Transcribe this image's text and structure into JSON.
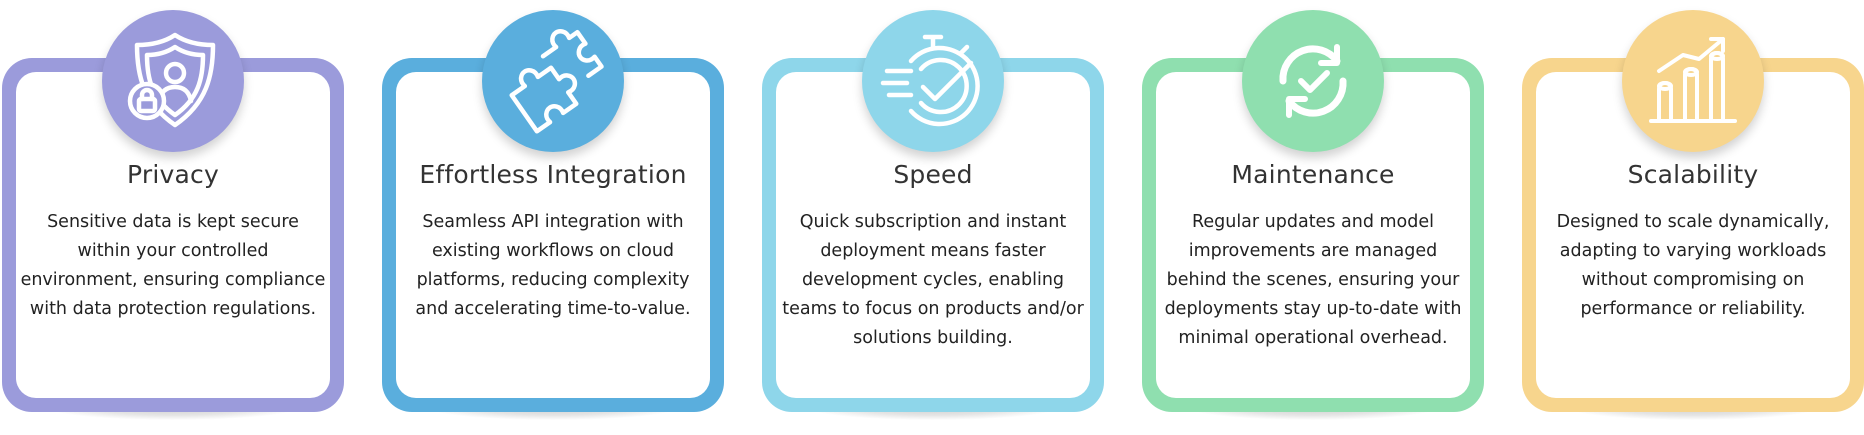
{
  "cards": [
    {
      "title": "Privacy",
      "description": "Sensitive data is kept secure within your controlled environment, ensuring compliance with data protection regulations.",
      "icon": "shield-user-lock-icon",
      "color": "#9b9bdb"
    },
    {
      "title": "Effortless Integration",
      "description": "Seamless API integration with existing workflows on cloud platforms, reducing complexity and accelerating time-to-value.",
      "icon": "puzzle-pieces-icon",
      "color": "#5aaedd"
    },
    {
      "title": "Speed",
      "description": "Quick subscription and instant deployment means faster development cycles, enabling teams to focus on products and/or solutions building.",
      "icon": "stopwatch-check-icon",
      "color": "#8ed6ea"
    },
    {
      "title": "Maintenance",
      "description": "Regular updates and model improvements are managed behind the scenes, ensuring your deployments stay up-to-date with minimal operational overhead.",
      "icon": "refresh-check-icon",
      "color": "#8fdfaf"
    },
    {
      "title": "Scalability",
      "description": "Designed to scale dynamically, adapting to varying workloads without compromising on performance or reliability.",
      "icon": "growth-chart-icon",
      "color": "#f7d58d"
    }
  ]
}
